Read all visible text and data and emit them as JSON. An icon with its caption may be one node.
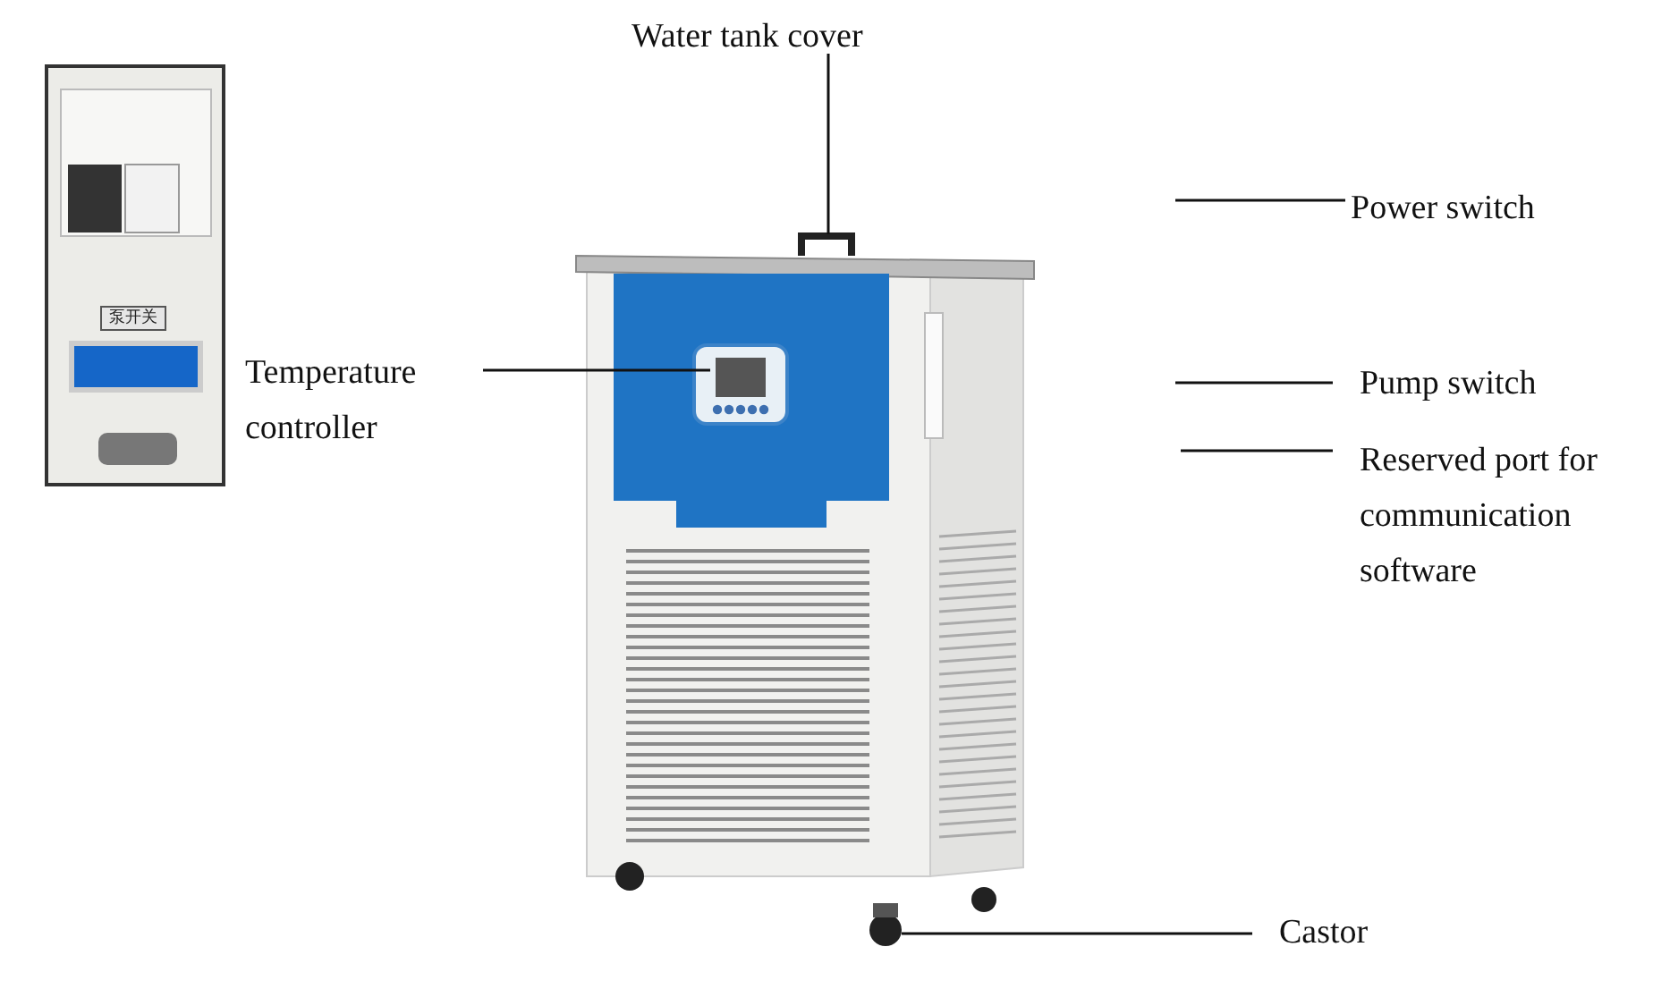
{
  "diagram": {
    "nodes": [
      {
        "text": [
          "Water tank cover"
        ]
      },
      {
        "text": [],
        "shape": "picture"
      },
      {
        "text": [
          "Temperature controller"
        ]
      },
      {
        "text": [],
        "shape": "picture"
      },
      {
        "text": [
          "Power switch"
        ]
      },
      {
        "text": [
          "Pump switch"
        ]
      },
      {
        "text": [
          "Reserved port for communication software"
        ]
      },
      {
        "text": [
          "Castor"
        ]
      },
      {
        "text": [],
        "shape": "picture"
      }
    ],
    "edges": [
      {
        "from": 0,
        "to": 1,
        "arrow": "none"
      },
      {
        "from": 2,
        "to": 3,
        "arrow": "none"
      },
      {
        "from": 4,
        "to": null,
        "arrow": "none"
      },
      {
        "from": 5,
        "to": null,
        "arrow": "none"
      },
      {
        "from": 6,
        "to": null,
        "arrow": "none"
      },
      {
        "from": 7,
        "to": 8,
        "arrow": "none"
      }
    ],
    "labels": [
      "泵开关"
    ]
  }
}
